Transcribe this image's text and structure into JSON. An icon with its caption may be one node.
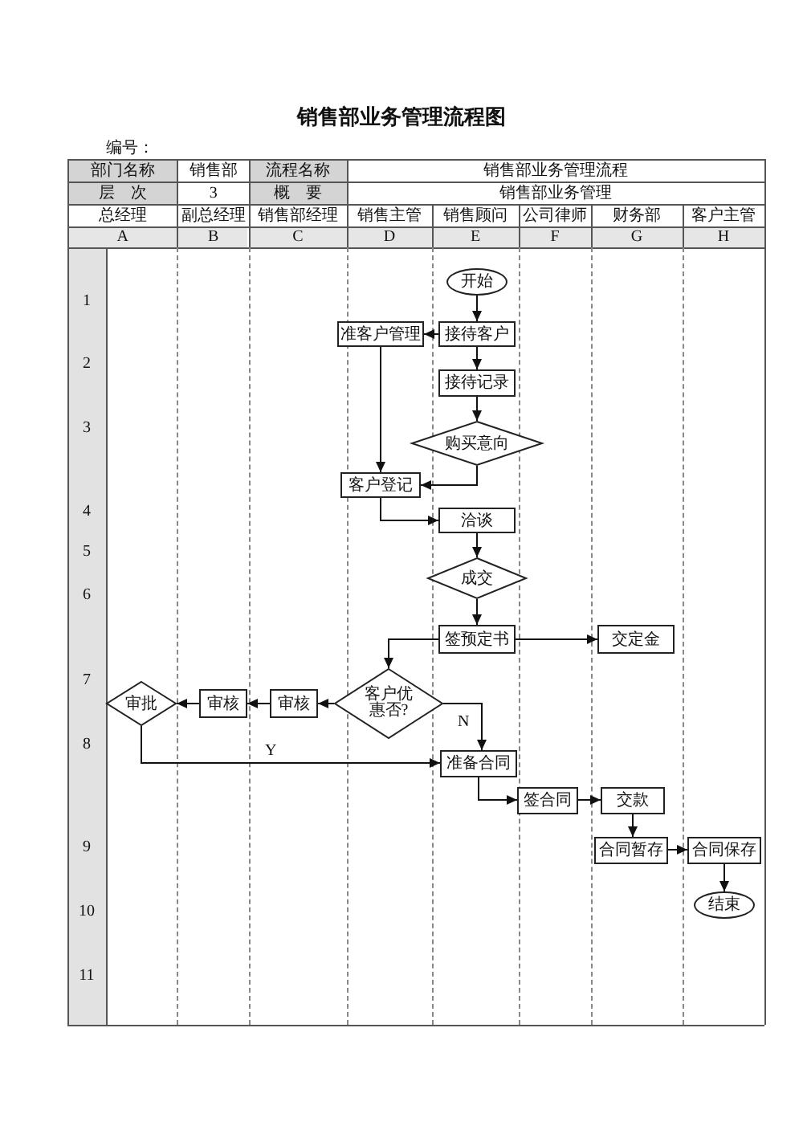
{
  "diagram": {
    "title": "销售部业务管理流程图",
    "nodes": [
      {
        "text": [
          "开始"
        ]
      },
      {
        "text": [
          "准客户管理"
        ]
      },
      {
        "text": [
          "接待客户"
        ]
      },
      {
        "text": [
          "接待记录"
        ]
      },
      {
        "text": [
          "购买意向"
        ]
      },
      {
        "text": [
          "客户登记"
        ]
      },
      {
        "text": [
          "洽谈"
        ]
      },
      {
        "text": [
          "成交"
        ]
      },
      {
        "text": [
          "签预定书"
        ]
      },
      {
        "text": [
          "交定金"
        ]
      },
      {
        "text": [
          "审批"
        ]
      },
      {
        "text": [
          "审核"
        ]
      },
      {
        "text": [
          "审核"
        ]
      },
      {
        "text": [
          "客户优惠否?"
        ]
      },
      {
        "text": [
          "准备合同"
        ]
      },
      {
        "text": [
          "签合同"
        ]
      },
      {
        "text": [
          "交款"
        ]
      },
      {
        "text": [
          "合同暂存"
        ]
      },
      {
        "text": [
          "合同保存"
        ]
      },
      {
        "text": [
          "结束"
        ]
      }
    ],
    "edges": [
      {
        "from": 0,
        "to": 2,
        "arrow": "to"
      },
      {
        "from": 2,
        "to": 1,
        "arrow": "to"
      },
      {
        "from": 2,
        "to": 3,
        "arrow": "to"
      },
      {
        "from": 3,
        "to": 4,
        "arrow": "to"
      },
      {
        "from": 1,
        "to": 5,
        "arrow": "to"
      },
      {
        "from": 4,
        "to": 5,
        "arrow": "to"
      },
      {
        "from": 5,
        "to": 6,
        "arrow": "to"
      },
      {
        "from": 6,
        "to": 7,
        "arrow": "to"
      },
      {
        "from": 7,
        "to": 8,
        "arrow": "to"
      },
      {
        "from": 8,
        "to": 9,
        "arrow": "to"
      },
      {
        "from": 8,
        "to": 13,
        "arrow": "to"
      },
      {
        "from": 13,
        "to": 12,
        "arrow": "to"
      },
      {
        "from": 12,
        "to": 11,
        "arrow": "to"
      },
      {
        "from": 11,
        "to": 10,
        "arrow": "to"
      },
      {
        "from": 13,
        "to": 14,
        "label": "N",
        "arrow": "to"
      },
      {
        "from": 10,
        "to": 14,
        "label": "Y",
        "arrow": "to"
      },
      {
        "from": 14,
        "to": 15,
        "arrow": "to"
      },
      {
        "from": 15,
        "to": 16,
        "arrow": "to"
      },
      {
        "from": 16,
        "to": 17,
        "arrow": "to"
      },
      {
        "from": 17,
        "to": 18,
        "arrow": "to"
      },
      {
        "from": 18,
        "to": 19,
        "arrow": "to"
      }
    ],
    "labels": [
      "编号：",
      "部门名称",
      "销售部",
      "流程名称",
      "销售部业务管理流程",
      "层　次",
      "3",
      "概　要",
      "销售部业务管理",
      "总经理",
      "副总经理",
      "销售部经理",
      "销售主管",
      "销售顾问",
      "公司律师",
      "财务部",
      "客户主管",
      "A",
      "B",
      "C",
      "D",
      "E",
      "F",
      "G",
      "H",
      "1",
      "2",
      "3",
      "4",
      "5",
      "6",
      "7",
      "8",
      "9",
      "10",
      "11"
    ]
  }
}
